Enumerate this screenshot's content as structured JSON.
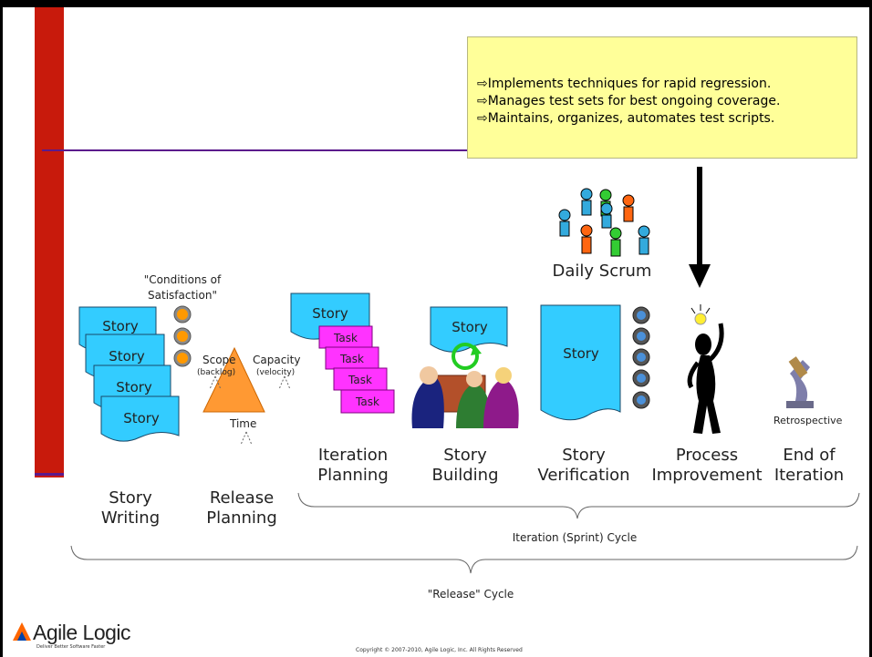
{
  "callout": {
    "lines": [
      "⇨Implements techniques for rapid regression.",
      "⇨Manages test sets for best ongoing coverage.",
      "⇨Maintains, organizes, automates test scripts."
    ]
  },
  "daily_scrum": "Daily Scrum",
  "conditions": {
    "line1": "\"Conditions of",
    "line2": "Satisfaction\""
  },
  "story_card": "Story",
  "task_card": "Task",
  "triangle": {
    "scope": "Scope",
    "scope_sub": "(backlog)",
    "capacity": "Capacity",
    "capacity_sub": "(velocity)",
    "time": "Time"
  },
  "retrospective": "Retrospective",
  "stages": {
    "story_writing": {
      "l1": "Story",
      "l2": "Writing"
    },
    "release_planning": {
      "l1": "Release",
      "l2": "Planning"
    },
    "iteration_planning": {
      "l1": "Iteration",
      "l2": "Planning"
    },
    "story_building": {
      "l1": "Story",
      "l2": "Building"
    },
    "story_verification": {
      "l1": "Story",
      "l2": "Verification"
    },
    "process_improvement": {
      "l1": "Process",
      "l2": "Improvement"
    },
    "end_of_iteration": {
      "l1": "End of",
      "l2": "Iteration"
    }
  },
  "iteration_cycle": "Iteration (Sprint) Cycle",
  "release_cycle": "\"Release\" Cycle",
  "logo": {
    "name": "Agile Logic",
    "tagline": "Deliver Better Software Faster"
  },
  "copyright": "Copyright © 2007-2010, Agile Logic, Inc. All Rights Reserved",
  "colors": {
    "red_bar": "#c81a0c",
    "callout": "#ffff99",
    "story_card": "#33ccff",
    "task_card": "#ff33ff",
    "triangle": "#ff9933"
  }
}
